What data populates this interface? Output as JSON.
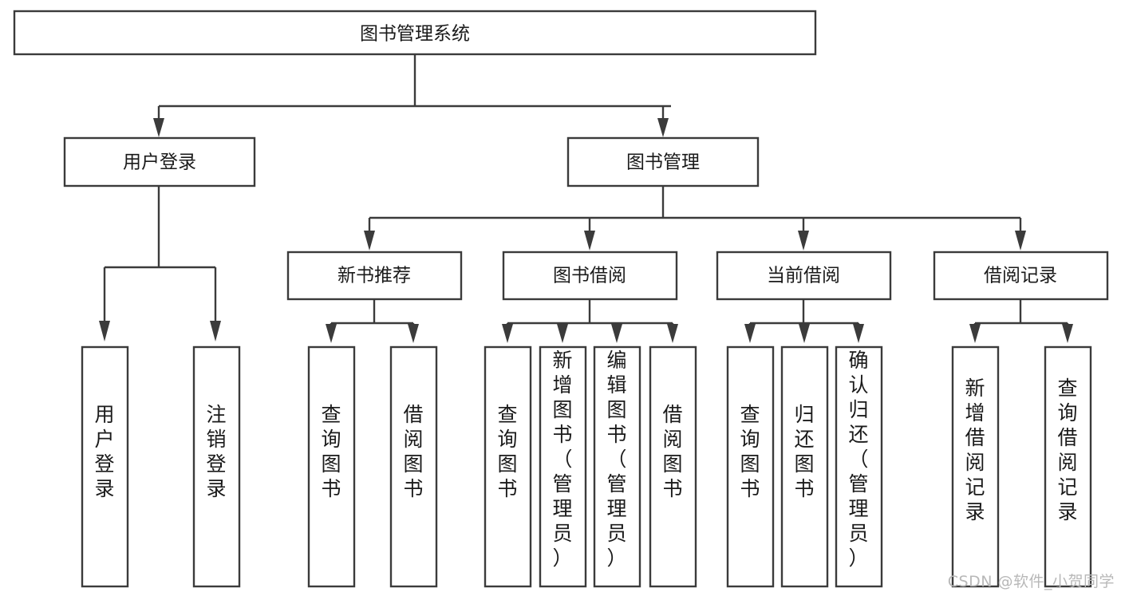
{
  "diagram": {
    "title": "图书管理系统",
    "type": "tree-hierarchy-diagram",
    "colors": {
      "stroke": "#3b3b3b",
      "box_fill": "#ffffff",
      "text": "#1a1a1a",
      "background": "#ffffff",
      "watermark": "#b8b8b8"
    },
    "root": {
      "label": "图书管理系统"
    },
    "level2": [
      {
        "label": "用户登录"
      },
      {
        "label": "图书管理"
      }
    ],
    "level3": [
      {
        "label": "新书推荐"
      },
      {
        "label": "图书借阅"
      },
      {
        "label": "当前借阅"
      },
      {
        "label": "借阅记录"
      }
    ],
    "leaves": {
      "user_login": [
        {
          "label": "用户登录"
        },
        {
          "label": "注销登录"
        }
      ],
      "new_book_recommend": [
        {
          "label": "查询图书"
        },
        {
          "label": "借阅图书"
        }
      ],
      "book_borrow": [
        {
          "label": "查询图书"
        },
        {
          "label": "新增图书（管理员）"
        },
        {
          "label": "编辑图书（管理员）"
        },
        {
          "label": "借阅图书"
        }
      ],
      "current_borrow": [
        {
          "label": "查询图书"
        },
        {
          "label": "归还图书"
        },
        {
          "label": "确认归还（管理员）"
        }
      ],
      "borrow_record": [
        {
          "label": "新增借阅记录"
        },
        {
          "label": "查询借阅记录"
        }
      ]
    }
  },
  "watermark": {
    "text": "CSDN @软件_小贺同学"
  }
}
